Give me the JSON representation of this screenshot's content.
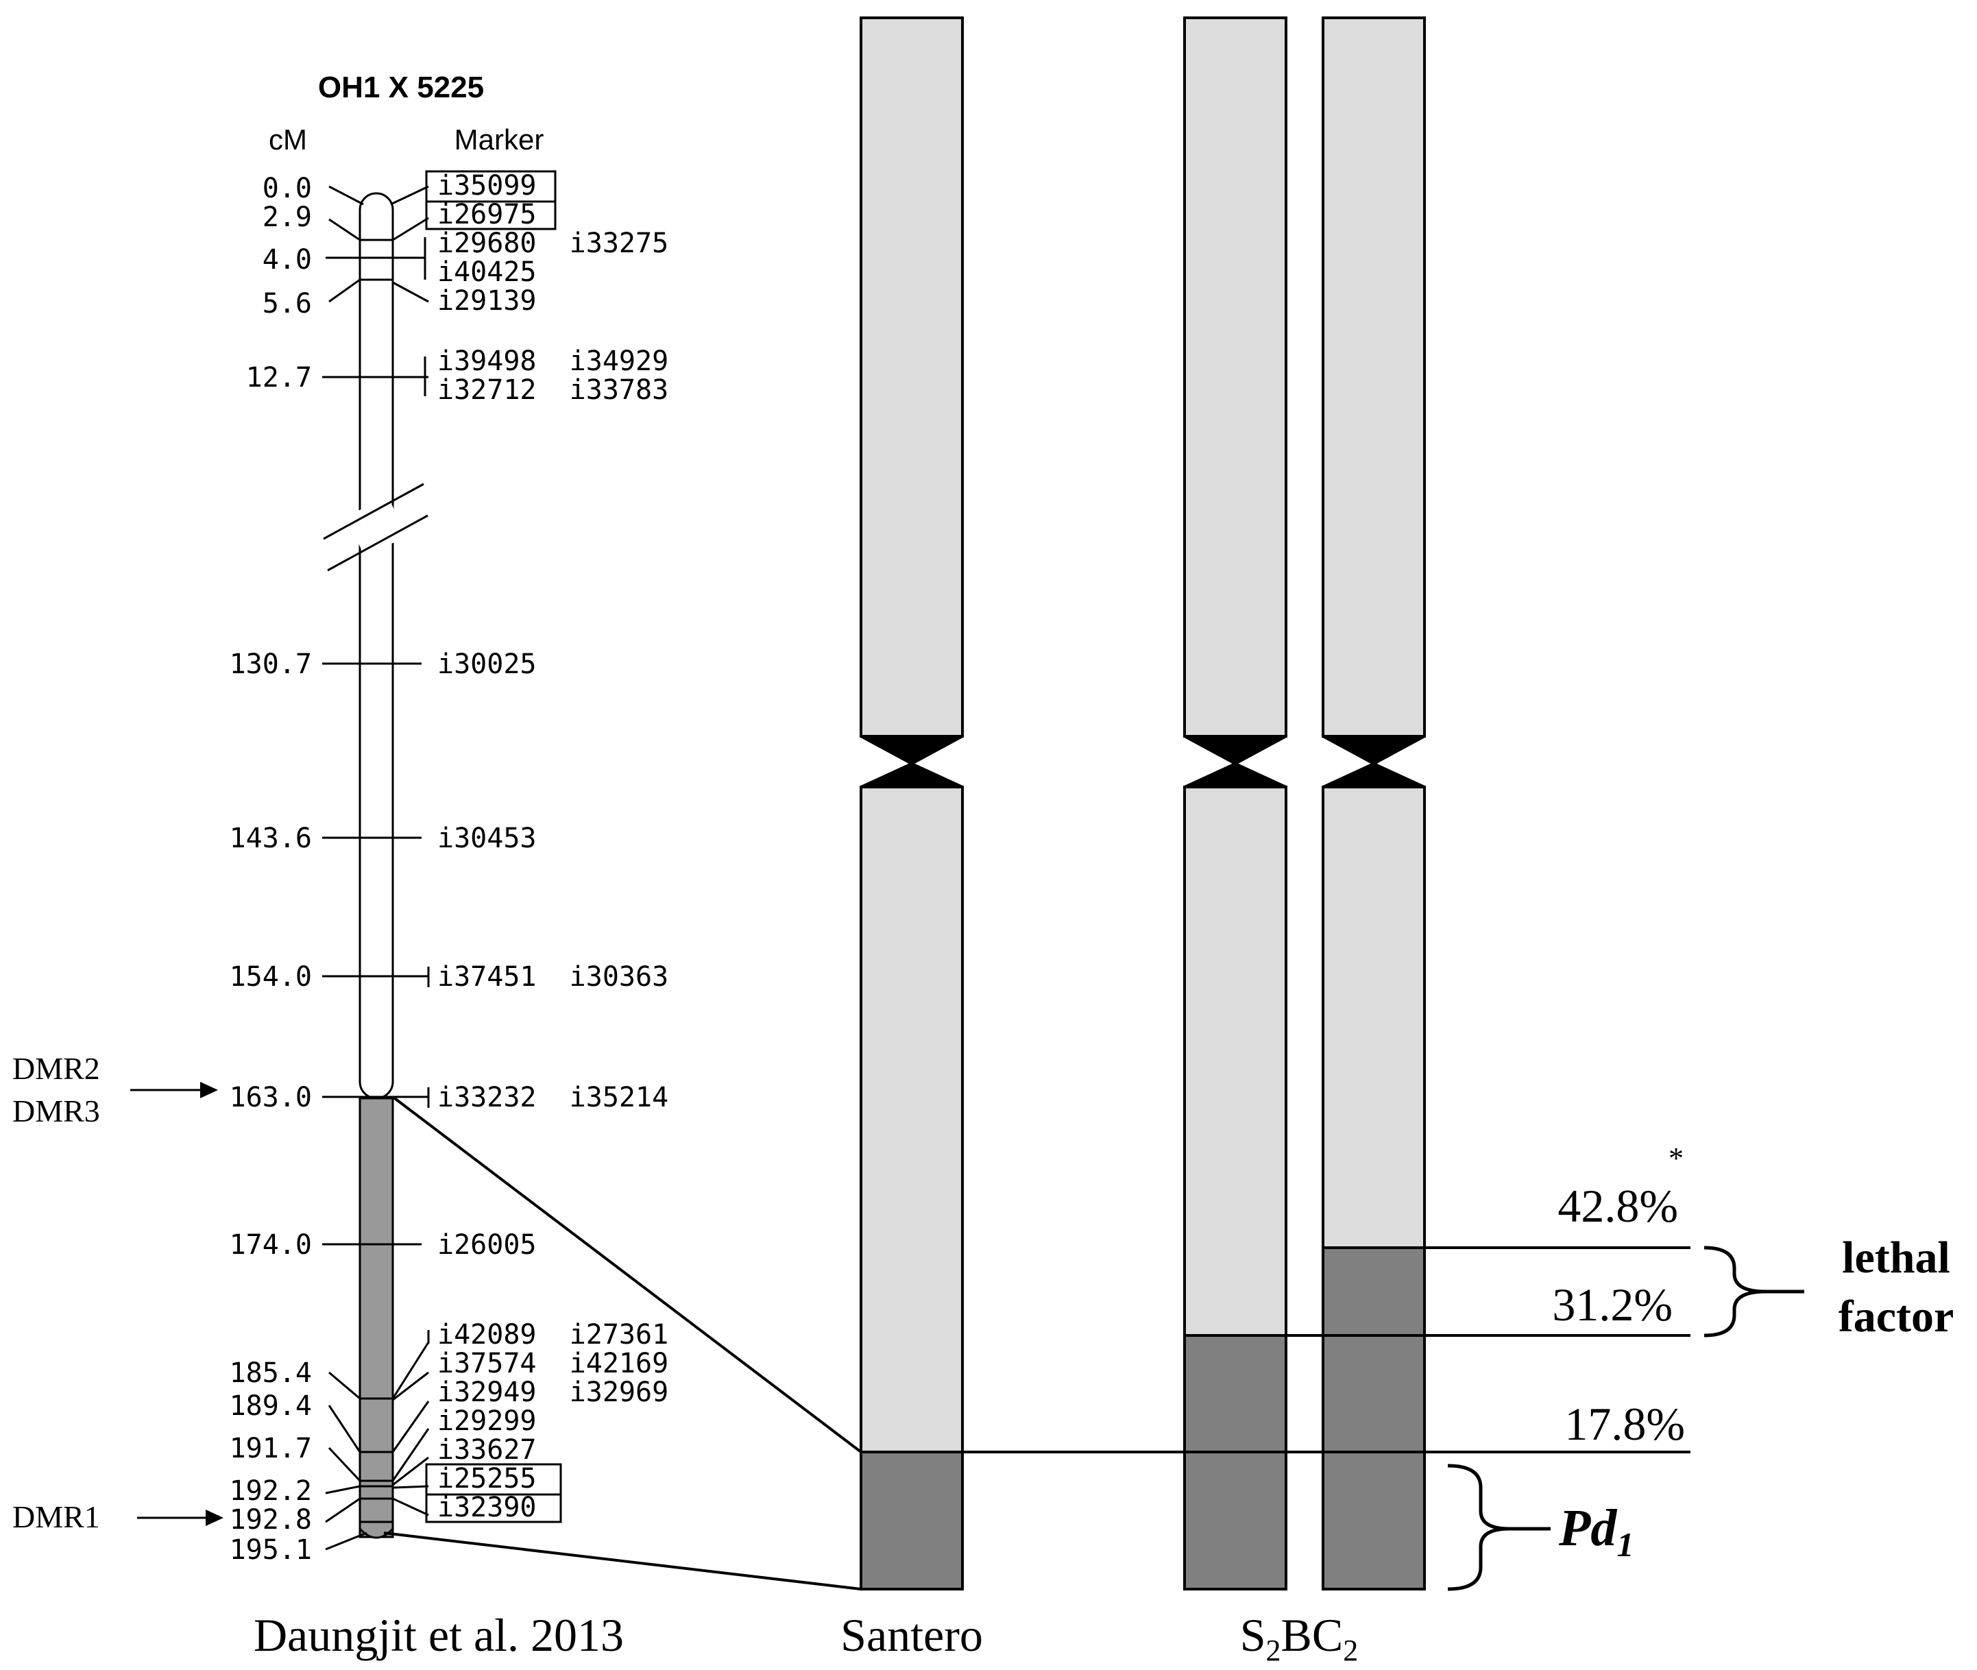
{
  "map": {
    "title": "OH1 X 5225",
    "cm_header": "cM",
    "marker_header": "Marker",
    "caption": "Daungjit et al. 2013",
    "positions": [
      "0.0",
      "2.9",
      "4.0",
      "5.6",
      "12.7",
      "130.7",
      "143.6",
      "154.0",
      "163.0",
      "174.0",
      "185.4",
      "189.4",
      "191.7",
      "192.2",
      "192.8",
      "195.1"
    ],
    "markers": [
      {
        "text": "i35099",
        "boxed": true
      },
      {
        "text": "i26975",
        "boxed": true
      },
      {
        "text": "i29680  i33275",
        "boxed": false
      },
      {
        "text": "i40425",
        "boxed": false
      },
      {
        "text": "i29139",
        "boxed": false
      },
      {
        "text": "i39498  i34929",
        "boxed": false
      },
      {
        "text": "i32712  i33783",
        "boxed": false
      },
      {
        "text": "i30025",
        "boxed": false
      },
      {
        "text": "i30453",
        "boxed": false
      },
      {
        "text": "i37451  i30363",
        "boxed": false
      },
      {
        "text": "i33232  i35214",
        "boxed": false
      },
      {
        "text": "i26005",
        "boxed": false
      },
      {
        "text": "i42089  i27361",
        "boxed": false
      },
      {
        "text": "i37574  i42169",
        "boxed": false
      },
      {
        "text": "i32949  i32969",
        "boxed": false
      },
      {
        "text": "i29299",
        "boxed": false
      },
      {
        "text": "i33627",
        "boxed": false
      },
      {
        "text": "i25255",
        "boxed": true
      },
      {
        "text": "i32390",
        "boxed": true
      }
    ],
    "dmr_labels": [
      "DMR2",
      "DMR3",
      "DMR1"
    ]
  },
  "chromosomes": {
    "santero_label": "Santero",
    "s2bc2_label": {
      "s": "S",
      "sub1": "2",
      "bc": "BC",
      "sub2": "2"
    }
  },
  "annotations": {
    "pct_top": "42.8%",
    "asterisk": "*",
    "pct_mid": "31.2%",
    "pct_low": "17.8%",
    "lethal_line1": "lethal",
    "lethal_line2": "factor",
    "pd_main": "Pd",
    "pd_sub": "1"
  },
  "colors": {
    "light": "#dcdcdc",
    "dark": "#808080",
    "map_dark": "#999999",
    "line": "#000000"
  }
}
